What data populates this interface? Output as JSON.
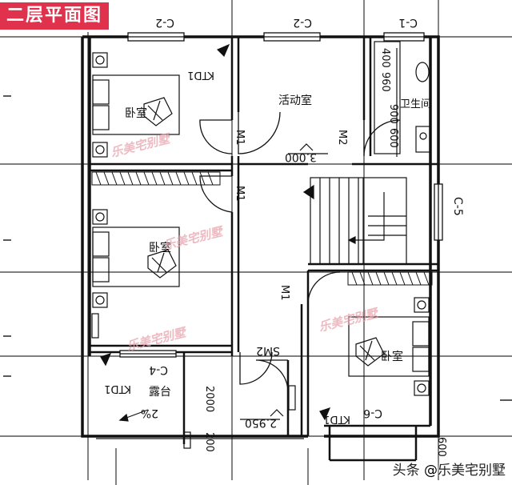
{
  "title": "二层平面图",
  "rooms": {
    "bedroom_nw": "卧室",
    "activity": "活动室",
    "bathroom": "卫生间",
    "bedroom_w": "卧室",
    "bedroom_se": "卧室",
    "terrace": "露台"
  },
  "windows": {
    "c2_left": "C-2",
    "c2_mid": "C-2",
    "c1": "C-1",
    "c5": "C-5",
    "c4": "C-4",
    "c6": "C-6"
  },
  "doors": {
    "m1_a": "M1",
    "m2_a": "M2",
    "m1_b": "M1",
    "m1_c": "M1",
    "sm2": "SM2"
  },
  "ac": {
    "ktd1_a": "KTD1",
    "ktd1_b": "KTD1",
    "ktd1_c": "KTD1"
  },
  "dims": {
    "d400": "400",
    "d960": "960",
    "d900": "900",
    "d600": "600",
    "d2000": "2000",
    "d200": "200",
    "d600b": "600"
  },
  "levels": {
    "l3000": "3.000",
    "l2950": "2.950"
  },
  "slope": "2%",
  "watermarks": [
    "乐美宅别墅",
    "乐美宅别墅",
    "乐美宅别墅",
    "乐美宅别墅"
  ],
  "footer": {
    "prefix": "头条",
    "at": "@",
    "account": "乐美宅别墅"
  }
}
